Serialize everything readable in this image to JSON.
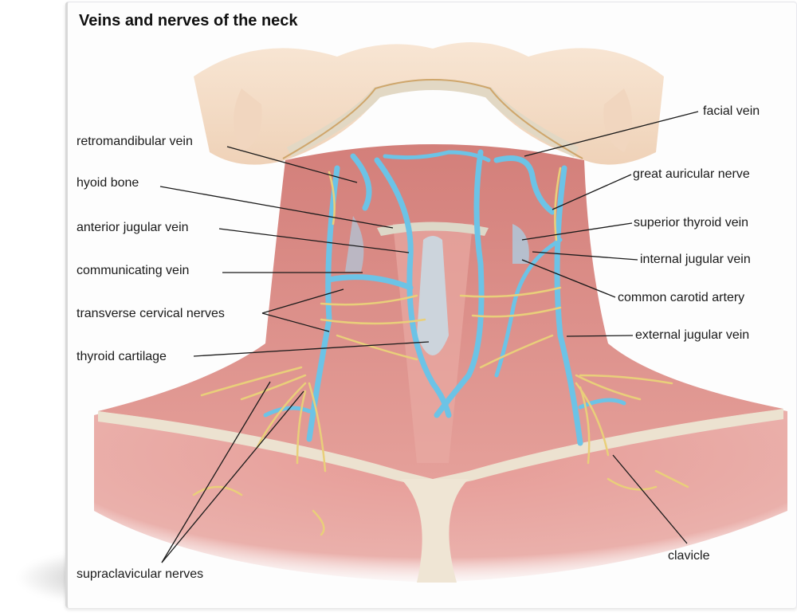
{
  "title": "Veins and nerves of the neck",
  "colors": {
    "vein": "#6cc3e6",
    "nerve": "#e9cf7a",
    "muscle": "#d98a84",
    "skin": "#f4dcc6",
    "bone": "#e9e3d4",
    "leader": "#1a1a1a"
  },
  "labels_left": [
    {
      "id": "retromandibular-vein",
      "text": "retromandibular vein"
    },
    {
      "id": "hyoid-bone",
      "text": "hyoid bone"
    },
    {
      "id": "anterior-jugular-vein",
      "text": "anterior jugular vein"
    },
    {
      "id": "communicating-vein",
      "text": "communicating vein"
    },
    {
      "id": "transverse-cervical-nerves",
      "text": "transverse cervical nerves"
    },
    {
      "id": "thyroid-cartilage",
      "text": "thyroid cartilage"
    },
    {
      "id": "supraclavicular-nerves",
      "text": "supraclavicular nerves"
    }
  ],
  "labels_right": [
    {
      "id": "facial-vein",
      "text": "facial vein"
    },
    {
      "id": "great-auricular-nerve",
      "text": "great auricular nerve"
    },
    {
      "id": "superior-thyroid-vein",
      "text": "superior thyroid vein"
    },
    {
      "id": "internal-jugular-vein",
      "text": "internal jugular vein"
    },
    {
      "id": "common-carotid-artery",
      "text": "common carotid artery"
    },
    {
      "id": "external-jugular-vein",
      "text": "external jugular vein"
    },
    {
      "id": "clavicle",
      "text": "clavicle"
    }
  ]
}
